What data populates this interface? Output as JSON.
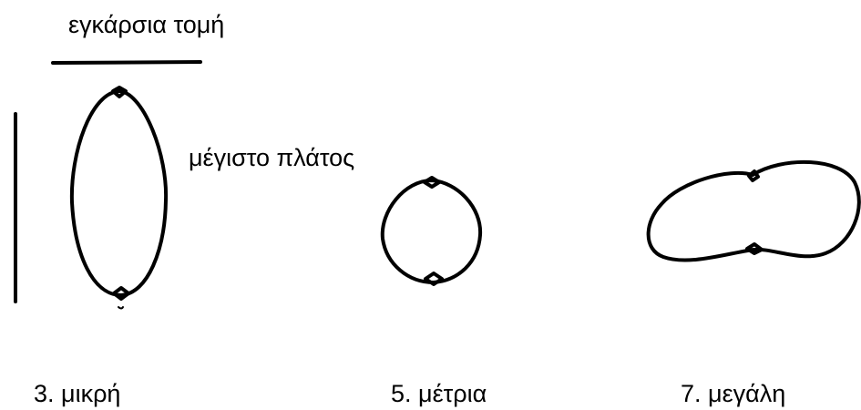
{
  "labels": {
    "cross_section": "εγκάρσια τομή",
    "max_width": "μέγιστο πλάτος"
  },
  "categories": [
    {
      "caption": "3. μικρή"
    },
    {
      "caption": "5. μέτρια"
    },
    {
      "caption": "7. μεγάλη"
    }
  ],
  "colors": {
    "stroke": "#000000",
    "background": "#ffffff"
  }
}
